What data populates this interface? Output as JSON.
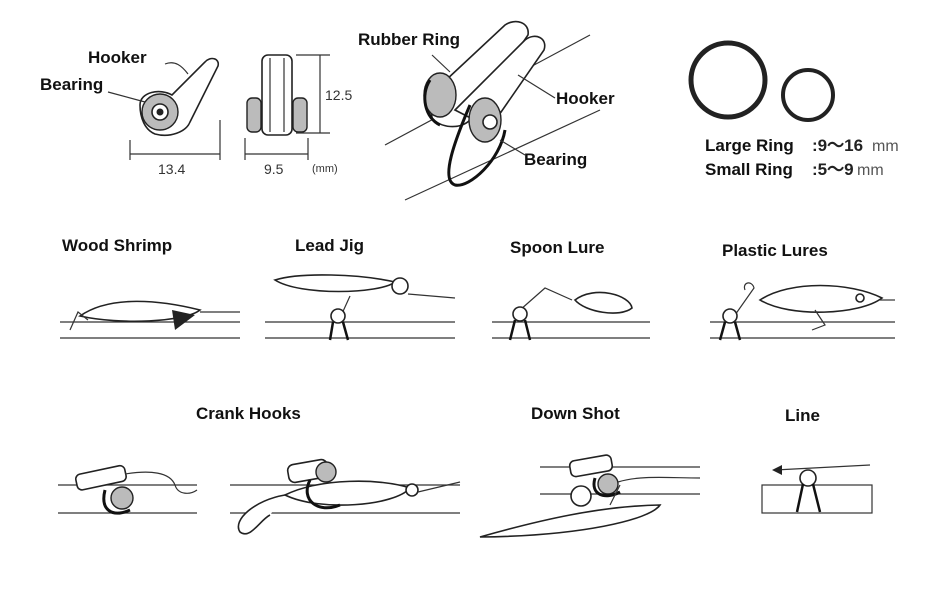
{
  "top": {
    "hooker_label": "Hooker",
    "bearing_label": "Bearing",
    "width_dim": "13.4",
    "depth_dim": "9.5",
    "unit_label": "(mm)",
    "height_dim": "12.5",
    "rubber_ring_label": "Rubber Ring",
    "hooker_label_2": "Hooker",
    "bearing_label_2": "Bearing",
    "large_ring_label": "Large Ring",
    "large_ring_value": ":9～16",
    "small_ring_label": "Small Ring",
    "small_ring_value": ":5～9",
    "ring_unit": "mm"
  },
  "uses": {
    "wood_shrimp": "Wood Shrimp",
    "lead_jig": "Lead Jig",
    "spoon_lure": "Spoon Lure",
    "plastic_lures": "Plastic Lures",
    "crank_hooks": "Crank Hooks",
    "down_shot": "Down Shot",
    "line": "Line"
  }
}
